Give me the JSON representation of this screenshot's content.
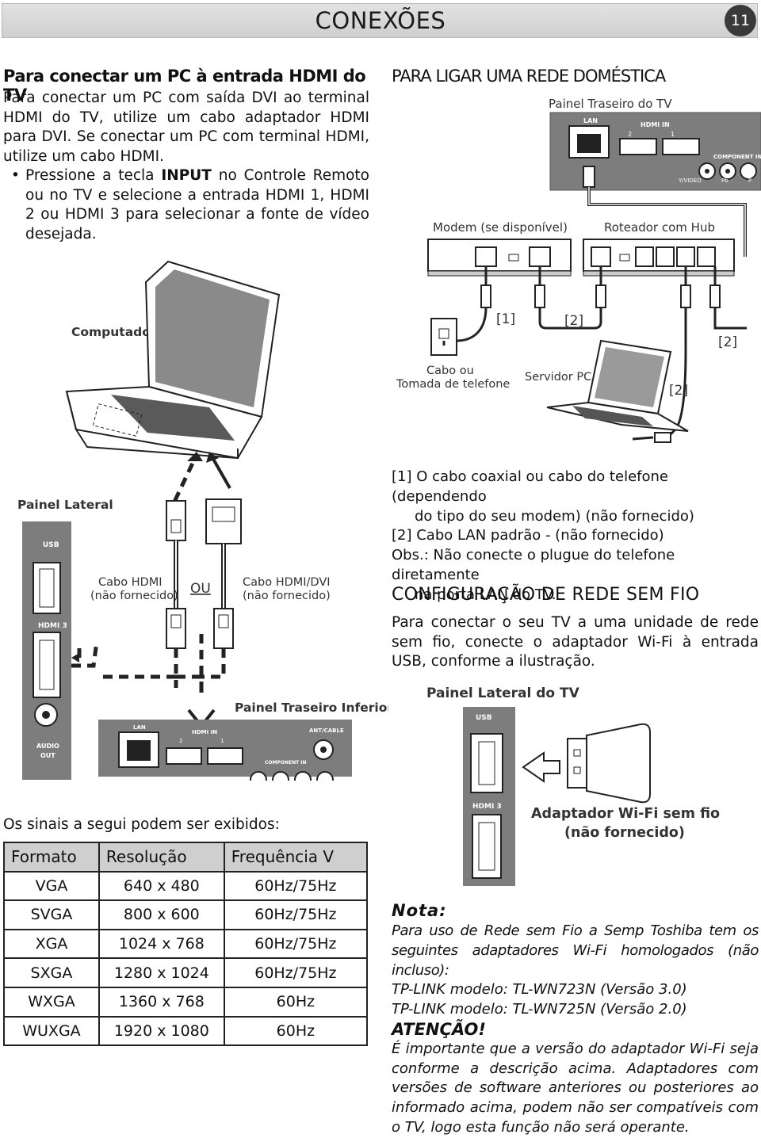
{
  "header": {
    "title": "CONEXÕES",
    "page_number": "11"
  },
  "pc_section": {
    "heading": "Para conectar um PC à entrada HDMI do TV",
    "text": "Para conectar um PC com saída DVI ao terminal HDMI do TV, utilize um cabo adaptador HDMI para DVI. Se conectar um PC com terminal HDMI, utilize um cabo HDMI.",
    "bullet_pre": "Pressione a tecla ",
    "bullet_key": "INPUT",
    "bullet_post": " no Controle Remoto ou no TV e selecione a entrada HDMI 1, HDMI 2 ou HDMI 3 para selecionar a fonte de vídeo desejada."
  },
  "network_section": {
    "heading": "PARA LIGAR UMA REDE DOMÉSTICA",
    "tv_rear_label": "Painel Traseiro do TV",
    "port_lan": "LAN",
    "port_hdmi_in": "HDMI IN",
    "port_component_in": "COMPONENT IN",
    "port_yvideo": "Y/VIDEO",
    "port_pb": "Pb",
    "port_p": "P",
    "hdmi_2": "2",
    "hdmi_1": "1",
    "modem_label": "Modem (se disponível)",
    "router_label": "Roteador com Hub",
    "cable_1": "[1]",
    "cable_2": "[2]",
    "wall_label_1": "Cabo ou",
    "wall_label_2": "Tomada de telefone",
    "server_label": "Servidor PC"
  },
  "pc_diagram": {
    "computer_label": "Computador",
    "side_panel_label": "Painel Lateral",
    "usb_label": "USB",
    "hdmi3_label": "HDMI 3",
    "audio_out_1": "AUDIO",
    "audio_out_2": "OUT",
    "hdmi_cable_1": "Cabo HDMI",
    "hdmi_cable_2": "(não fornecido)",
    "or_label": "OU",
    "dvi_cable_1": "Cabo HDMI/DVI",
    "dvi_cable_2": "(não fornecido)",
    "rear_lower_label": "Painel Traseiro Inferior",
    "lan": "LAN",
    "hdmi_in": "HDMI IN",
    "ant_cable": "ANT/CABLE",
    "component_in": "COMPONENT IN",
    "n2": "2",
    "n1": "1"
  },
  "notes": {
    "n1_line1": "[1] O cabo coaxial ou cabo do telefone (dependendo",
    "n1_line2": "do tipo do seu modem) (não fornecido)",
    "n2": "[2] Cabo LAN padrão - (não fornecido)",
    "obs_line1": "Obs.: Não conecte o plugue do telefone diretamente",
    "obs_line2": "na porta LAN do TV."
  },
  "wifi_section": {
    "heading": "CONFIGURAÇÃO DE REDE SEM FIO",
    "text": "Para conectar o seu TV a uma unidade de rede sem fio, conecte o adaptador Wi-Fi à entrada USB, conforme a ilustração.",
    "tv_side_label": "Painel Lateral do TV",
    "usb_label": "USB",
    "hdmi3_label": "HDMI 3",
    "adapter_label_1": "Adaptador Wi-Fi sem fio",
    "adapter_label_2": "(não fornecido)"
  },
  "signals": {
    "label": "Os sinais a segui podem ser exibidos:",
    "headers": [
      "Formato",
      "Resolução",
      "Frequência V"
    ],
    "rows": [
      [
        "VGA",
        "640 x 480",
        "60Hz/75Hz"
      ],
      [
        "SVGA",
        "800 x 600",
        "60Hz/75Hz"
      ],
      [
        "XGA",
        "1024 x 768",
        "60Hz/75Hz"
      ],
      [
        "SXGA",
        "1280 x 1024",
        "60Hz/75Hz"
      ],
      [
        "WXGA",
        "1360 x 768",
        "60Hz"
      ],
      [
        "WUXGA",
        "1920 x 1080",
        "60Hz"
      ]
    ]
  },
  "note": {
    "heading": "Nota:",
    "line1": "Para uso de Rede sem Fio a Semp Toshiba tem os seguintes adaptadores Wi-Fi homologados (não incluso):",
    "line2": "TP-LINK modelo: TL-WN723N (Versão 3.0)",
    "line3": "TP-LINK modelo: TL-WN725N (Versão 2.0)",
    "attention": "ATENÇÃO!",
    "attention_text": "É importante que a versão do adaptador Wi-Fi seja conforme a descrição acima. Adaptadores com versões de software anteriores ou posteriores ao informado acima, podem não ser compatíveis com o TV, logo esta função não será operante."
  }
}
